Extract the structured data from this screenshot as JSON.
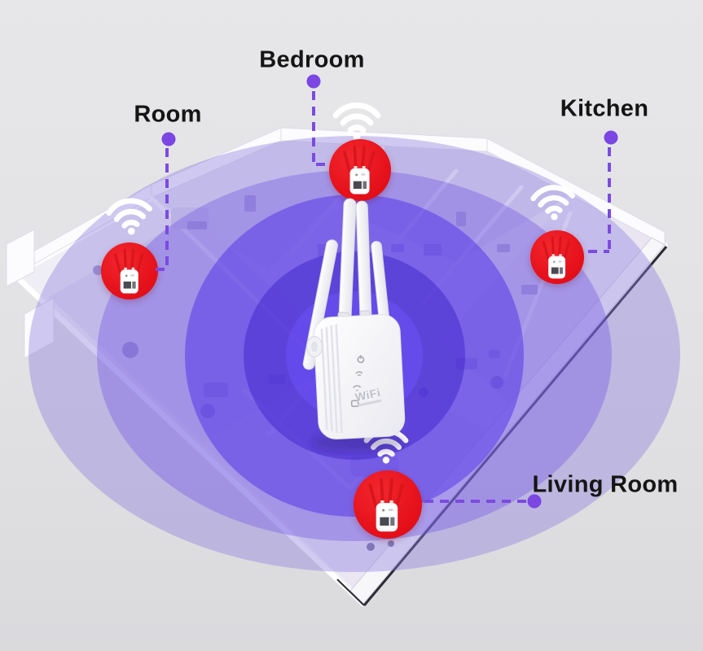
{
  "scene": {
    "type": "product-marketing-diagram",
    "subject": "Four-antenna WiFi repeater providing whole-home signal coverage over an isometric house floor plan",
    "background_color": "#e3e3e5"
  },
  "callouts": {
    "room": {
      "label": "Room"
    },
    "bedroom": {
      "label": "Bedroom"
    },
    "kitchen": {
      "label": "Kitchen"
    },
    "living_room": {
      "label": "Living Room"
    }
  },
  "device": {
    "logo": "WiFi",
    "antenna_count": 4,
    "indicator_icons": [
      "power-icon",
      "wps-icon",
      "wifi-icon",
      "lan-icon"
    ]
  },
  "badges": {
    "count": 4,
    "antenna_count": 4,
    "style": "red circle containing white mini repeater with red antennas, white wifi waves above"
  },
  "colors": {
    "badge_red": "#e9141d",
    "signal_purple_core": "#5a3ce8",
    "signal_purple_outer": "#b7abe4",
    "callout_line": "#7b4be0",
    "label_text": "#151515",
    "wifi_wave": "#ffffff"
  }
}
